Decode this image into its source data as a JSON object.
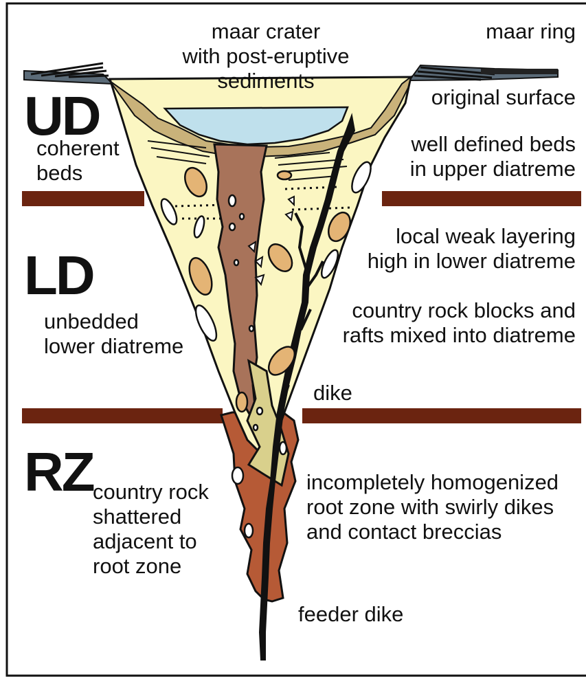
{
  "zones": {
    "upper": "UD",
    "lower": "LD",
    "root": "RZ"
  },
  "labels": {
    "maar_crater": [
      "maar crater",
      "with post-eruptive",
      "sediments"
    ],
    "maar_ring": "maar ring",
    "original_surface": "original surface",
    "coherent_beds": [
      "coherent",
      "beds"
    ],
    "well_defined_beds": [
      "well defined beds",
      "in upper diatreme"
    ],
    "local_weak_layering": [
      "local weak layering",
      "high in lower diatreme"
    ],
    "unbedded_lower": [
      "unbedded",
      "lower diatreme"
    ],
    "country_rock_blocks": [
      "country rock blocks and",
      "rafts mixed into diatreme"
    ],
    "dike": "dike",
    "incompletely_homogenized": [
      "incompletely homogenized",
      "root zone with swirly dikes",
      "and contact breccias"
    ],
    "country_rock_shattered": [
      "country rock",
      "shattered",
      "adjacent to",
      "root zone"
    ],
    "feeder_dike": "feeder dike"
  },
  "colors": {
    "diatreme_fill": "#fbf6c2",
    "crater_sediment": "#c9b27a",
    "crater_water": "#bfe0ec",
    "central_column": "#a8735a",
    "root_zone": "#b65a36",
    "boundary_bar": "#6b2410",
    "ejecta_ring": "#5b6b78",
    "raft": "#e4b475",
    "lower_wedge": "#d9d08c",
    "outline": "#111111"
  }
}
